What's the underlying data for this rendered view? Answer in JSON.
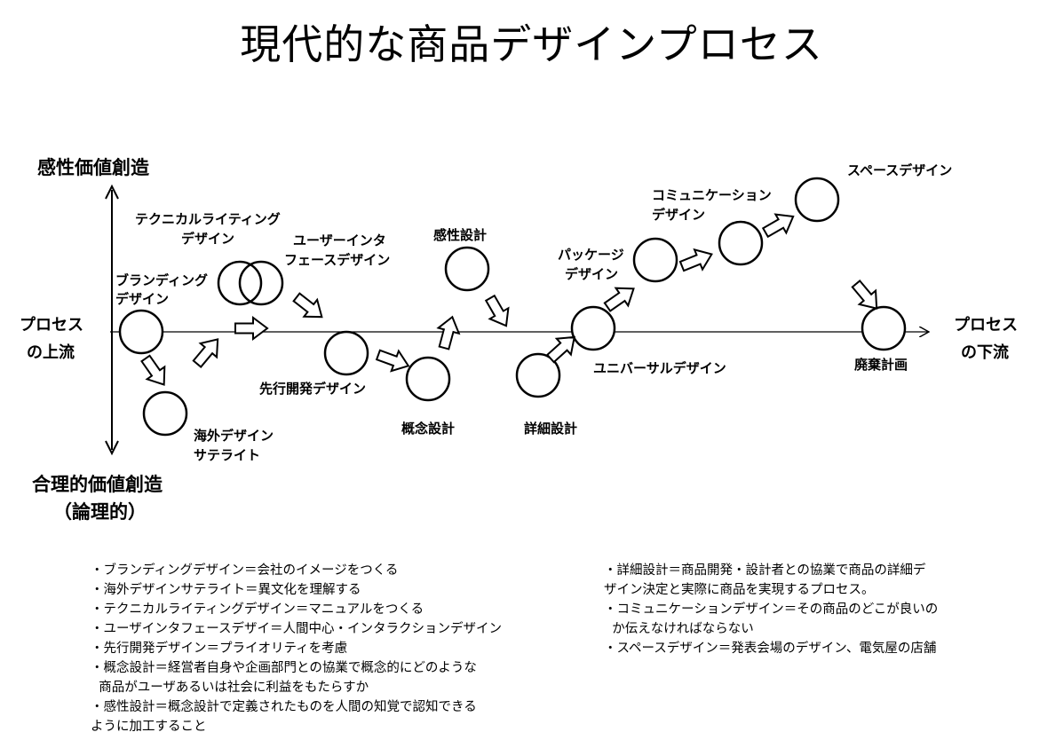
{
  "title": "現代的な商品デザインプロセス",
  "axis": {
    "top": "感性価値創造",
    "bottom_line1": "合理的価値創造",
    "bottom_line2": "（論理的）",
    "left_line1": "プロセス",
    "left_line2": "の上流",
    "right_line1": "プロセス",
    "right_line2": "の下流"
  },
  "nodes": {
    "branding": [
      "ブランディング",
      "デザイン"
    ],
    "overseas": [
      "海外デザイン",
      "サテライト"
    ],
    "technical": [
      "テクニカルライティング",
      "デザイン"
    ],
    "ui": [
      "ユーザーインタ",
      "フェースデザイン"
    ],
    "advanced": [
      "先行開発デザイン"
    ],
    "kansei": [
      "感性設計"
    ],
    "concept": [
      "概念設計"
    ],
    "detail": [
      "詳細設計"
    ],
    "package": [
      "パッケージ",
      "デザイン"
    ],
    "universal": [
      "ユニバーサルデザイン"
    ],
    "communication": [
      "コミュニケーション",
      "デザイン"
    ],
    "space": [
      "スペースデザイン"
    ],
    "disposal": [
      "廃棄計画"
    ]
  },
  "notes_left": [
    "・ブランディングデザイン＝会社のイメージをつくる",
    "・海外デザインサテライト＝異文化を理解する",
    "・テクニカルライティングデザイン＝マニュアルをつくる",
    "・ユーザインタフェースデザイ＝人間中心・インタラクションデザイン",
    "・先行開発デザイン＝プライオリティを考慮",
    "・概念設計＝経営者自身や企画部門との協業で概念的にどのような",
    "  商品がユーザあるいは社会に利益をもたらすか",
    "・感性設計＝概念設計で定義されたものを人間の知覚で認知できる",
    "ように加工すること"
  ],
  "notes_right": [
    "・詳細設計＝商品開発・設計者との協業で商品の詳細デ",
    "ザイン決定と実際に商品を実現するプロセス。",
    "・コミュニケーションデザイン＝その商品のどこが良いの",
    "  か伝えなければならない",
    "・スペースデザイン＝発表会場のデザイン、電気屋の店舗"
  ]
}
